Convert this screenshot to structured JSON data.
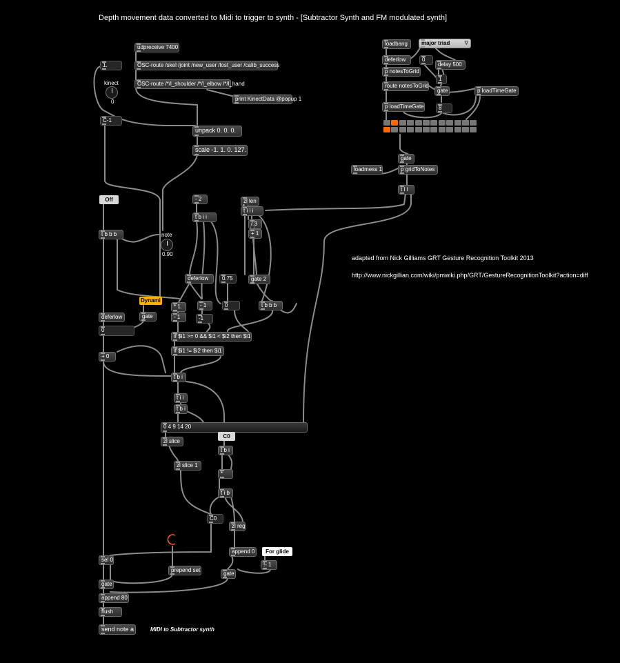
{
  "title": "Depth movement data converted to Midi to trigger to synth - [Subtractor Synth and FM modulated synth]",
  "credit_line1": "adapted from Nick Gilliams GRT Gesture Recognition Toolkit 2013",
  "credit_line2": "http://www.nickgillian.com/wiki/pmwiki.php/GRT/GestureRecognitionToolkit?action=diff",
  "midi_caption": "MIDI to Subtractor synth",
  "objects": {
    "udpreceive": "udpreceive 7400",
    "osc_route1": "OSC-route /skel /joint /new_user /lost_user /calib_success",
    "osc_route2": "OSC-route /*/l_shoulder /*/l_elbow /*/l_hand",
    "print": "print KinectData @popup 1",
    "unpack": "unpack 0. 0. 0.",
    "scale": "scale -1. 1. 0. 127.",
    "num1": "1.",
    "kinect_label": "kinect",
    "kinect_val": "0",
    "note_c": "C-1",
    "off": "Off",
    "tbbb1": "t b b b",
    "note_label": "note",
    "note_val": "0.90",
    "deferlow1": "deferlow",
    "zero1": "0",
    "plus0": "+ 0",
    "dyn": "Dynami",
    "gate1": "gate",
    "minus2": "- 2",
    "tbii": "t b i i",
    "zllen": "zl len",
    "tiii": "t i i i",
    "div3": "/ 3",
    "plus1": "+ 1",
    "deferlow2": "deferlow",
    "v075": "0.75",
    "gate2": "gate 2",
    "mult1": "* 1.",
    "minus1": "- 1",
    "minus1b": "- 1",
    "zero2": "0",
    "neg1": "-1",
    "tbbb2": "t b b b",
    "if1": "if $i1 >= 0 && $i1 < $i2 then $i1",
    "if2": "if $i1 != $i2 then $i1",
    "tbi1": "t b i",
    "tii": "t i i",
    "tbi2": "t b i",
    "list": "0 4 9 14 20",
    "zlslice": "zl slice",
    "zlslice1": "zl slice 1",
    "c0a": "C0",
    "tbi3": "t b i",
    "star": "*",
    "tib": "t i b",
    "c0b": "C0",
    "zlreg": "zl reg",
    "append0": "append 0",
    "forglide": "For glide",
    "not1": "!- 1",
    "gate3": "gate",
    "sel0": "sel 0",
    "prependset": "prepend set",
    "gate4": "gate",
    "append80": "append 80",
    "flush": "flush",
    "sendnote": "send note a",
    "loadbang": "loadbang",
    "majortriad": "major triad",
    "deferlow3": "deferlow",
    "zero3": "0",
    "delay500": "delay 500",
    "notestogrid": "p notesToGrid",
    "one": "1",
    "route": "route notesToGrid",
    "gate5": "gate",
    "ploadtimegate1": "p loadTimeGate",
    "ploadtimegate2": "p loadTimeGate",
    "eight": "8",
    "gate6": "gate",
    "loadmess": "loadmess 1",
    "gridtonotes": "p gridToNotes",
    "tii2": "t i i"
  },
  "colors": {
    "wire": "#8c8c8c",
    "accent": "#ff6a00",
    "dyn": "#ffb000"
  }
}
